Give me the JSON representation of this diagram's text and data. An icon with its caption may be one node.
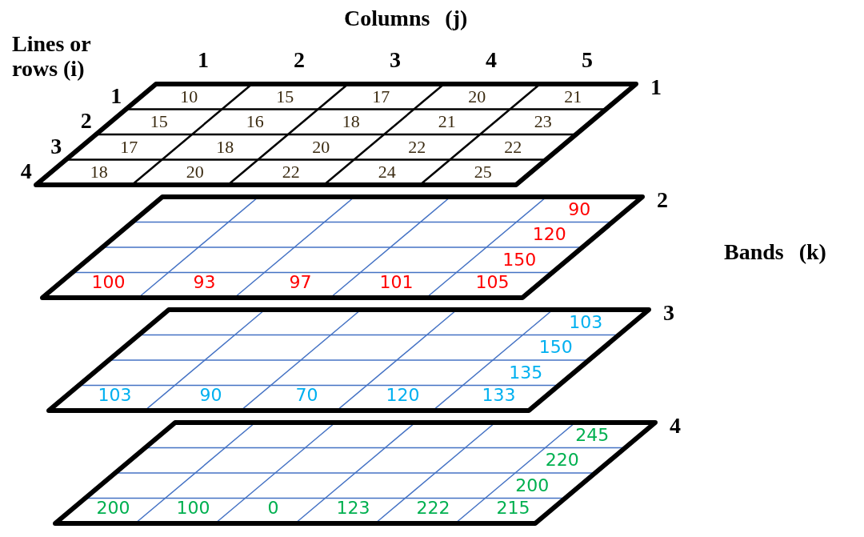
{
  "diagram": {
    "nodes": [
      {
        "text": [
          "10",
          "15",
          "17",
          "20",
          "21",
          "15",
          "16",
          "18",
          "21",
          "23",
          "17",
          "18",
          "20",
          "22",
          "22",
          "18",
          "20",
          "22",
          "24",
          "25"
        ]
      },
      {
        "text": [
          "90",
          "120",
          "150",
          "100",
          "93",
          "97",
          "101",
          "105"
        ]
      },
      {
        "text": [
          "103",
          "150",
          "135",
          "103",
          "90",
          "70",
          "120",
          "133"
        ]
      },
      {
        "text": [
          "245",
          "220",
          "200",
          "200",
          "100",
          "0",
          "123",
          "222",
          "215"
        ]
      }
    ],
    "labels": [
      "Columns (j)",
      "1",
      "2",
      "3",
      "4",
      "5",
      "Lines or rows (i)",
      "1",
      "1",
      "2",
      "2",
      "Bands (k)",
      "3",
      "3",
      "4",
      "4"
    ]
  }
}
